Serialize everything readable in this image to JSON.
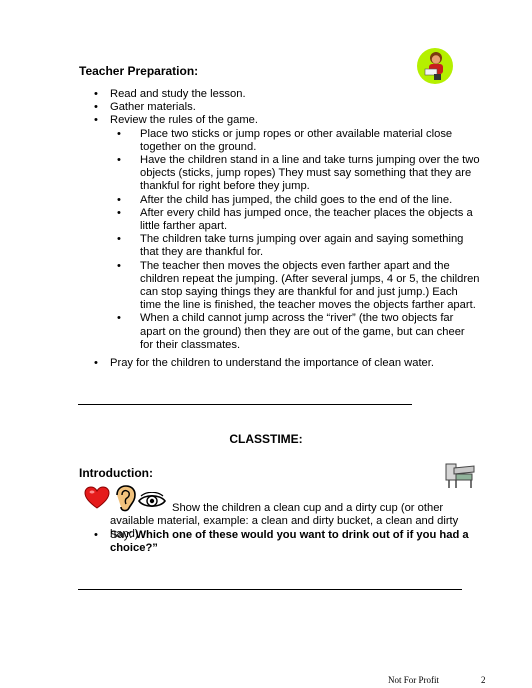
{
  "prep": {
    "title": "Teacher Preparation:",
    "items": [
      "Read and study the lesson.",
      "Gather materials.",
      "Review the rules of the game."
    ],
    "rules": [
      "Place two sticks or jump ropes or other available material close together on the ground.",
      "Have the children stand in a line and take turns jumping over the two objects (sticks, jump ropes) They must say something that they are thankful for right before they jump.",
      "After the child has jumped, the child goes to the end of the line.",
      "After every child has jumped once, the teacher places the objects a little farther apart.",
      "The children take turns jumping over again and saying something that they are thankful for.",
      "The teacher then moves the objects even farther apart and the children repeat the jumping. (After several jumps, 4 or 5, the children can stop saying things they are thankful for and just jump.) Each time the line is finished, the teacher moves the objects farther apart.",
      "When a child cannot jump across the “river” (the two objects far apart on the ground) then they are out of the game, but can cheer for their classmates."
    ],
    "pray": "Pray for the children to understand the importance of clean water."
  },
  "classtime": {
    "title": "CLASSTIME:"
  },
  "intro": {
    "title": "Introduction:",
    "show_text": "Show the children a clean cup and a dirty cup (or other available material, example: a clean and dirty bucket, a clean and dirty hand)",
    "say_label": "Say: ",
    "say_quote": "Which one of these would you want to drink out of if you had a choice?”"
  },
  "footer": {
    "text": "Not For Profit",
    "page": "2"
  },
  "icons": {
    "prep_icon": "person-reading-icon",
    "desk_icon": "school-desk-icon",
    "heart_icon": "heart-icon",
    "ear_icon": "ear-icon",
    "eye_icon": "eye-icon"
  }
}
